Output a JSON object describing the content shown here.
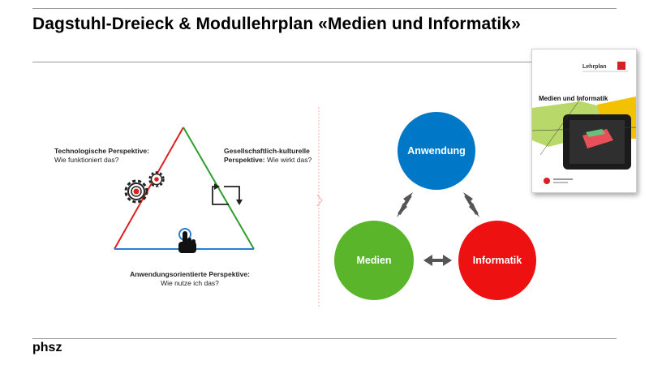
{
  "header": {
    "title": "Dagstuhl-Dreieck  & Modullehrplan «Medien und Informatik»"
  },
  "footer": {
    "brand": "phsz"
  },
  "triangle": {
    "tech_title": "Technologische Perspektive:",
    "tech_sub": "Wie funktioniert das?",
    "social_title": "Gesellschaftlich-kulturelle",
    "social_title2": "Perspektive:",
    "social_sub": "Wie wirkt das?",
    "app_title": "Anwendungsorientierte Perspektive:",
    "app_sub": "Wie nutze ich das?",
    "colors": {
      "left": "#e02020",
      "right": "#2e9e2e",
      "bottom": "#2a7fd4"
    }
  },
  "modules": {
    "anwendung": {
      "label": "Anwendung",
      "color": "#0078c8"
    },
    "medien": {
      "label": "Medien",
      "color": "#5bb52a"
    },
    "informatik": {
      "label": "Informatik",
      "color": "#ee1111"
    }
  },
  "cover": {
    "logo_text": "Lehrplan",
    "title": "Medien und Informatik"
  }
}
